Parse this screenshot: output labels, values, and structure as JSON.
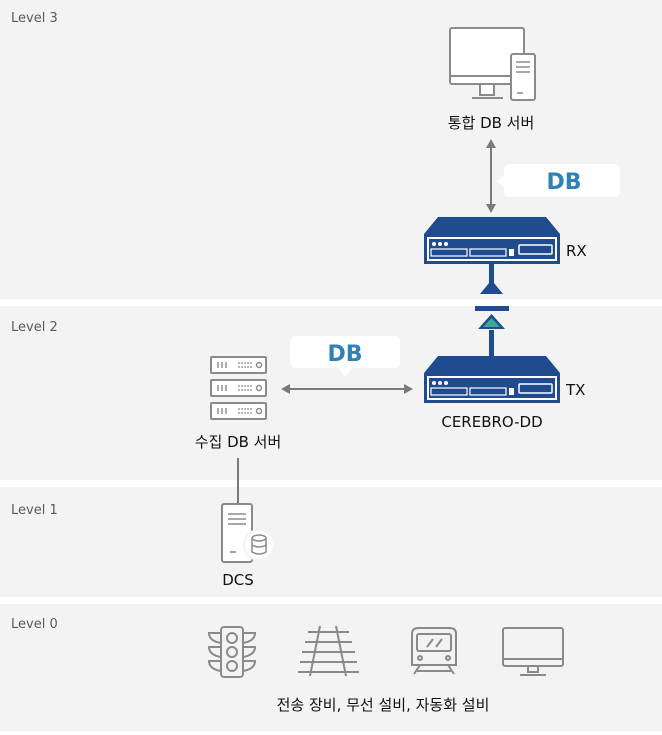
{
  "levels": {
    "l3": "Level 3",
    "l2": "Level 2",
    "l1": "Level 1",
    "l0": "Level 0"
  },
  "nodes": {
    "integrated_server": "통합 DB 서버",
    "collection_server": "수집 DB 서버",
    "dcs": "DCS",
    "rx": "RX",
    "tx": "TX",
    "cerebro": "CEREBRO-DD",
    "field_devices": "전송 장비, 무선 설비, 자동화 설비"
  },
  "bubbles": {
    "top": "DB",
    "mid": "DB"
  },
  "icons": [
    "monitor-tower-icon",
    "rack-server-icon",
    "server-database-icon",
    "traffic-light-icon",
    "railway-track-icon",
    "train-icon",
    "monitor-icon",
    "data-diode-icon",
    "network-appliance-icon"
  ],
  "colors": {
    "band": "#f3f3f3",
    "separator": "#ffffff",
    "icon_gray": "#8a8a8a",
    "appliance_blue": "#1f4c8f",
    "accent_blue": "#2f82b5",
    "diode_green": "#3fa98e"
  }
}
